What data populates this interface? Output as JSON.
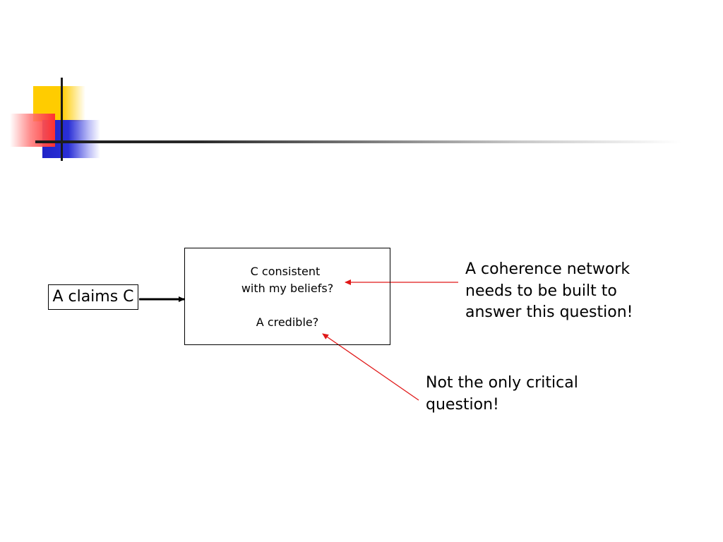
{
  "colors": {
    "arrow_red": "#e01818",
    "arrow_black": "#000000",
    "deco_yellow": "#ffcc00",
    "deco_blue": "#2a2fd6",
    "deco_red": "#ff3030"
  },
  "diagram": {
    "claim": "A claims C",
    "questions": {
      "line1": "C consistent",
      "line2": "with my beliefs?",
      "line3": "A credible?"
    },
    "note_coherence": [
      "A coherence network",
      "needs to be built to",
      "answer this question!"
    ],
    "note_critical": [
      "Not the only critical",
      "question!"
    ]
  }
}
